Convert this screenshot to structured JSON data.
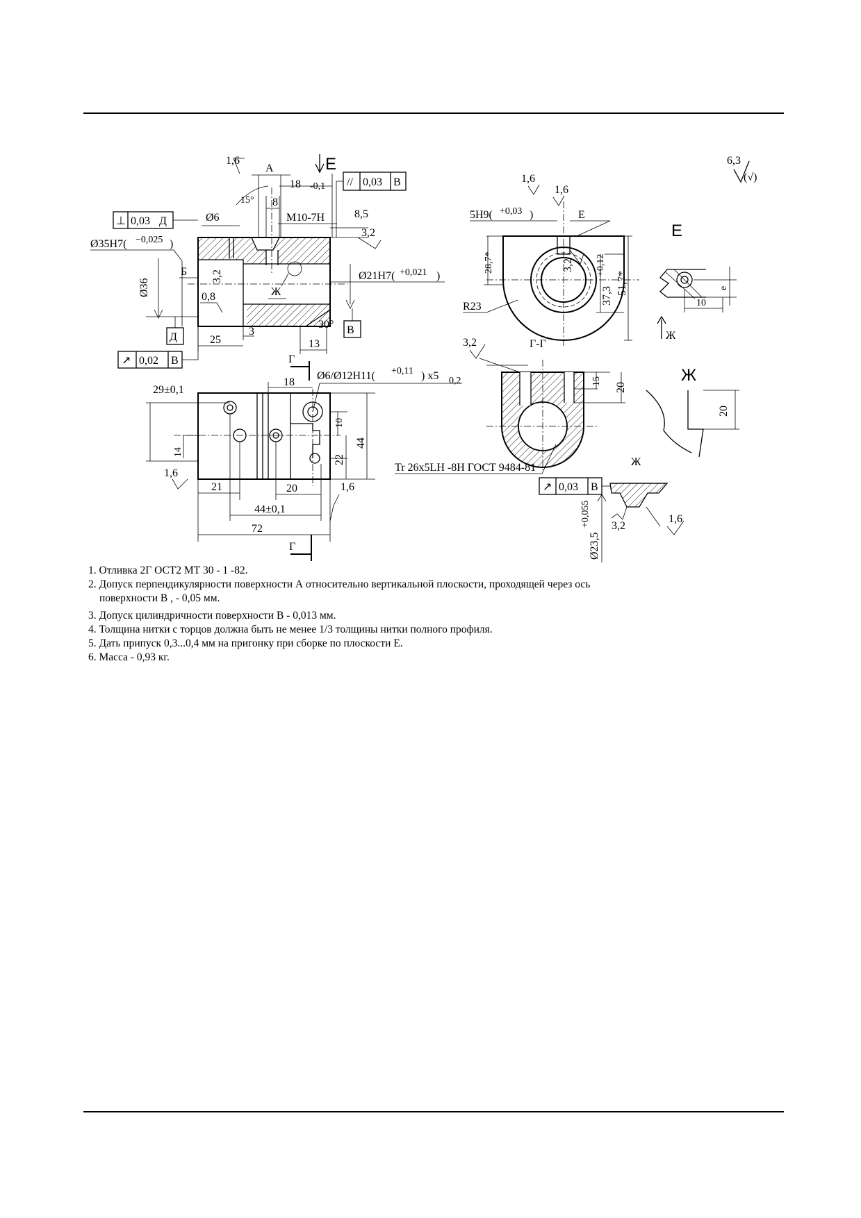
{
  "drawing": {
    "front_view": {
      "roughness_top": "1,6",
      "surface_a": "А",
      "angle_15": "15°",
      "dim_8": "8",
      "dim_18": "18",
      "dim_18_tol": "-0,1",
      "arrow_e": "Е",
      "parallel_tol": "0,03",
      "parallel_base": "В",
      "perp_tol": "0,03",
      "perp_base": "Д",
      "dia_6": "Ø6",
      "thread_m10": "M10-7H",
      "dim_8_5": "8,5",
      "rough_3_2_right": "3,2",
      "dia_35": "Ø35H7(",
      "dia_35_tol": "−0,025",
      "dia_35_close": ")",
      "label_b": "Б",
      "rough_3_2_inner": "3,2",
      "dia_21": "Ø21H7(",
      "dia_21_tol": "+0,021",
      "dia_21_close": ")",
      "dia_36": "Ø36",
      "rough_0_8": "0,8",
      "label_zh": "Ж",
      "angle_30": "30°",
      "datum_d": "Д",
      "datum_v": "В",
      "dim_25": "25",
      "dim_3": "3",
      "dim_13": "13",
      "runout_tol": "0,02",
      "runout_base": "В"
    },
    "plan_view": {
      "section_g_top": "Г",
      "dim_18": "18",
      "hole_callout": "Ø6/Ø12H11(",
      "hole_tol": "+0,11",
      "hole_tail": ") x5",
      "hole_depth_tol": "0,2",
      "dim_29": "29±0,1",
      "dim_10": "10",
      "dim_14": "14",
      "dim_22": "22",
      "dim_44_v": "44",
      "rough_left": "1,6",
      "dim_21": "21",
      "dim_20": "20",
      "rough_right": "1,6",
      "dim_44": "44±0,1",
      "dim_72": "72",
      "section_g_bottom": "Г"
    },
    "side_view": {
      "rough_1_6_a": "1,6",
      "rough_1_6_b": "1,6",
      "slot": "5H9(",
      "slot_tol": "+0,03",
      "slot_close": ")",
      "label_e": "Е",
      "dim_28_7": "28,7*",
      "rough_3_2": "3,2",
      "dim_37_3": "37,3",
      "dim_37_3_tol": "+0,12",
      "dim_51_7": "51,7*",
      "radius": "R23"
    },
    "section_view": {
      "rough_3_2": "3,2",
      "title": "Г-Г",
      "dim_15": "15",
      "dim_20": "20",
      "thread": "Tr 26x5LH -8H ГОСТ 9484-81",
      "runout_tol": "0,03",
      "runout_base": "В"
    },
    "detail_e": {
      "title": "Е",
      "dim_e": "e",
      "dim_10": "10",
      "arrow_zh": "Ж"
    },
    "detail_zh": {
      "title": "Ж",
      "dim_20": "20"
    },
    "thread_detail": {
      "title": "Ж",
      "rough_1_6": "1,6",
      "rough_3_2": "3,2",
      "dia": "Ø23,5",
      "dia_tol": "+0,055"
    },
    "general_roughness": {
      "value": "6,3",
      "symbol": "(√)"
    }
  },
  "notes": [
    "1. Отливка 2Г ОСТ2 МТ 30 - 1 -82.",
    "2. Допуск перпендикулярности поверхности А относительно вертикальной плоскости, проходящей через ось",
    "поверхности В , - 0,05 мм.",
    "3. Допуск цилиндричности поверхности В - 0,013 мм.",
    "4. Толщина нитки с торцов должна быть не менее 1/3  толщины нитки полного профиля.",
    "5. Дать припуск 0,3...0,4 мм на пригонку  при сборке по  плоскости Е.",
    "6. Масса - 0,93 кг."
  ]
}
